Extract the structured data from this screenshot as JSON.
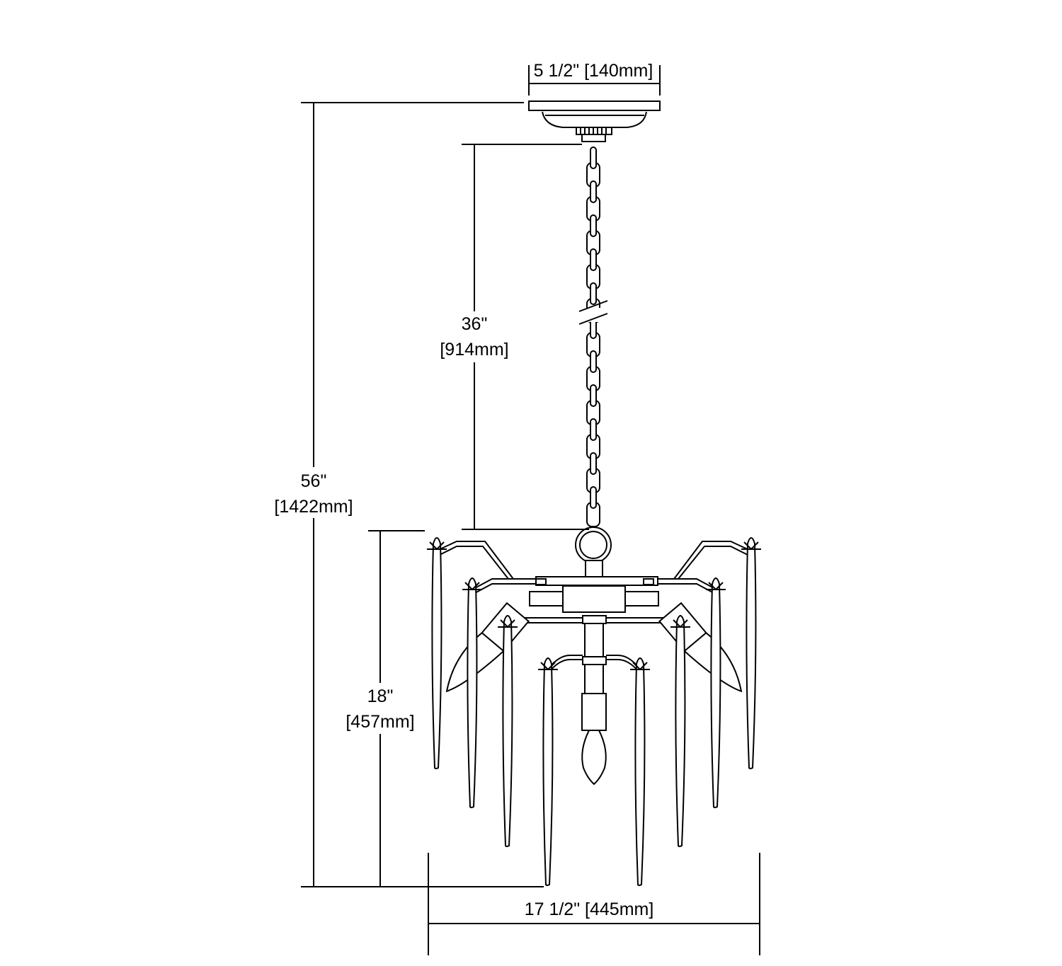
{
  "title": "Chandelier dimension drawing",
  "dimensions": {
    "canopy_width": "5 1/2\" [140mm]",
    "overall_height": {
      "imperial": "56\"",
      "metric": "[1422mm]"
    },
    "chain_length": {
      "imperial": "36\"",
      "metric": "[914mm]"
    },
    "fixture_height": {
      "imperial": "18\"",
      "metric": "[457mm]"
    },
    "fixture_width": "17 1/2\" [445mm]"
  },
  "colors": {
    "line": "#000000",
    "background": "#ffffff"
  }
}
